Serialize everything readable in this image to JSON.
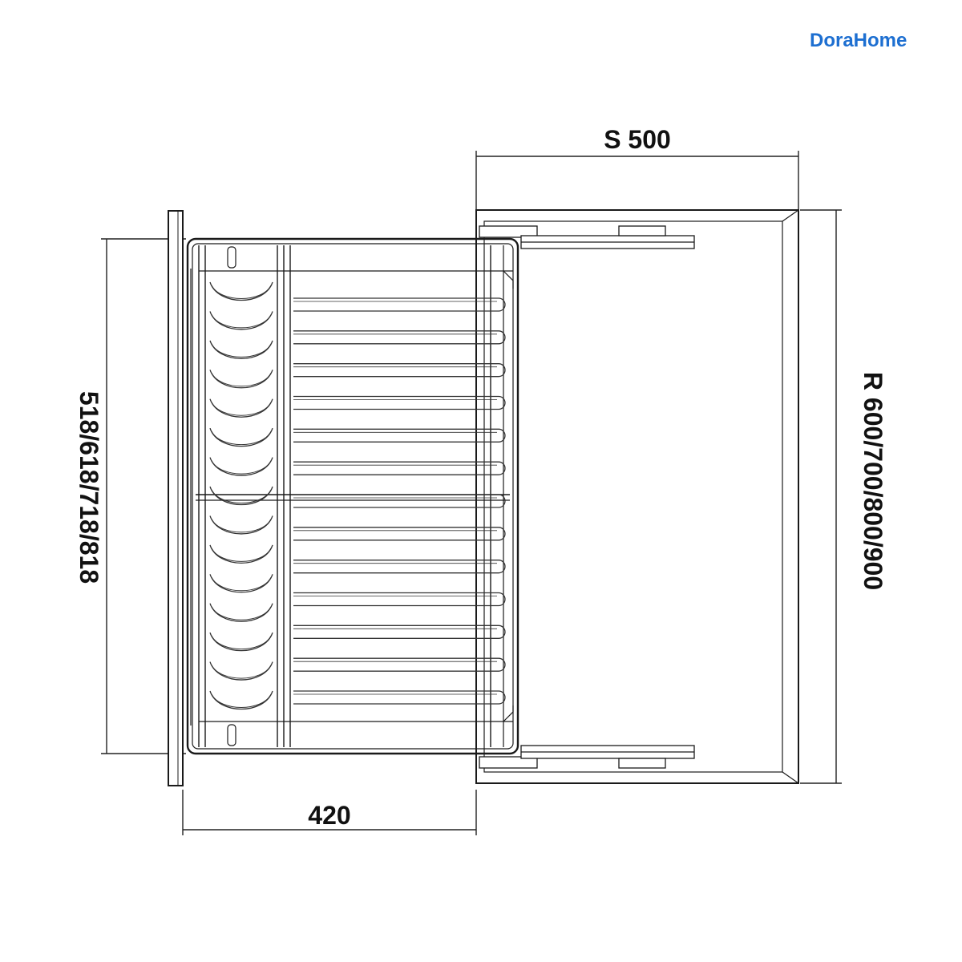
{
  "brand": {
    "logo_text": "DoraHome",
    "color": "#1d6fd1"
  },
  "dimensions": {
    "top_width_label": "S 500",
    "right_height_label": "R 600/700/800/900",
    "left_height_label": "518/618/718/818",
    "bottom_width_label": "420"
  },
  "colors": {
    "line": "#1a1a1a",
    "wire": "#333333",
    "cabinet_fill": "#ffffff"
  },
  "basket": {
    "left_section_wires": 15,
    "right_section_rails": 13
  }
}
